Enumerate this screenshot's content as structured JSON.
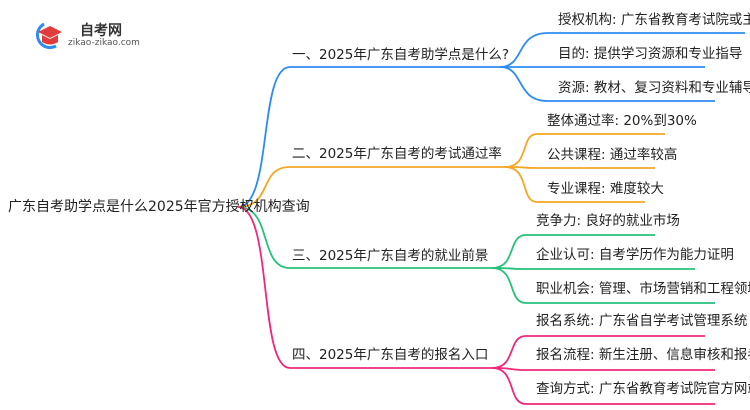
{
  "logo": {
    "name": "自考网",
    "url": "zikao-zikao.com"
  },
  "root": "广东自考助学点是什么2025年官方授权机构查询",
  "branches": [
    {
      "label": "一、2025年广东自考助学点是什么?",
      "color": "#2d8cf0",
      "leaves": [
        "授权机构: 广东省教育考试院或主考高校",
        "目的: 提供学习资源和专业指导",
        "资源: 教材、复习资料和专业辅导"
      ]
    },
    {
      "label": "二、2025年广东自考的考试通过率",
      "color": "#f5a623",
      "leaves": [
        "整体通过率: 20%到30%",
        "公共课程: 通过率较高",
        "专业课程: 难度较大"
      ]
    },
    {
      "label": "三、2025年广东自考的就业前景",
      "color": "#27c17a",
      "leaves": [
        "竞争力: 良好的就业市场",
        "企业认可: 自考学历作为能力证明",
        "职业机会: 管理、市场营销和工程领域"
      ]
    },
    {
      "label": "四、2025年广东自考的报名入口",
      "color": "#f0287a",
      "leaves": [
        "报名系统: 广东省自学考试管理系统",
        "报名流程: 新生注册、信息审核和报考",
        "查询方式: 广东省教育考试院官方网站"
      ]
    }
  ]
}
